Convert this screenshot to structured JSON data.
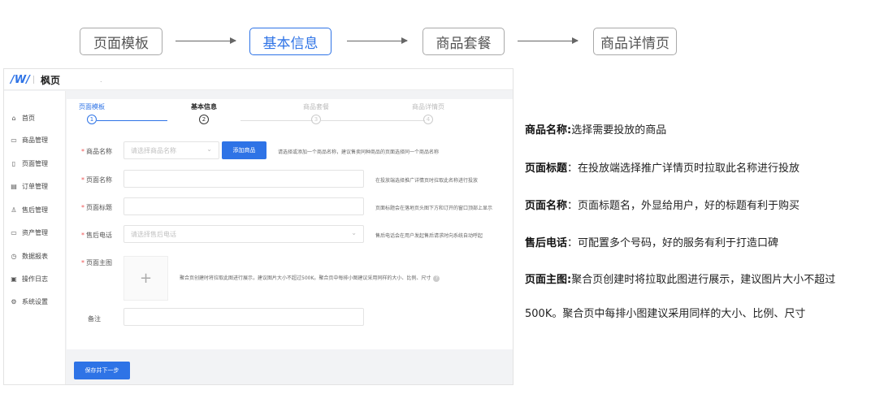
{
  "flow": {
    "steps": [
      "页面模板",
      "基本信息",
      "商品套餐",
      "商品详情页"
    ],
    "active_index": 1
  },
  "app": {
    "brand": "枫页",
    "topbar_dot": ".",
    "sidebar": [
      {
        "icon": "home-icon",
        "label": "首页"
      },
      {
        "icon": "product-icon",
        "label": "商品管理"
      },
      {
        "icon": "page-icon",
        "label": "页面管理"
      },
      {
        "icon": "order-icon",
        "label": "订单管理"
      },
      {
        "icon": "user-icon",
        "label": "售后管理"
      },
      {
        "icon": "asset-icon",
        "label": "资产管理"
      },
      {
        "icon": "report-icon",
        "label": "数据报表"
      },
      {
        "icon": "log-icon",
        "label": "操作日志"
      },
      {
        "icon": "settings-icon",
        "label": "系统设置"
      }
    ],
    "steps": [
      {
        "label": "页面模板",
        "num": "1",
        "state": "done"
      },
      {
        "label": "基本信息",
        "num": "2",
        "state": "current"
      },
      {
        "label": "商品套餐",
        "num": "3",
        "state": "todo"
      },
      {
        "label": "商品详情页",
        "num": "4",
        "state": "todo"
      }
    ],
    "form": {
      "product_name_label": "商品名称",
      "product_name_placeholder": "请选择商品名称",
      "add_product_button": "添加商品",
      "product_name_hint": "请选择或添加一个商品名称，建议售卖同种商品的页面选择同一个商品名称",
      "page_name_label": "页面名称",
      "page_name_hint": "在投放端选择推广详情页时拉取此名称进行投放",
      "page_title_label": "页面标题",
      "page_title_hint": "页面标题会在落地页头图下方和订开的窗口顶部上显示",
      "aftersale_phone_label": "售后电话",
      "aftersale_phone_placeholder": "请选择售后电话",
      "aftersale_phone_hint": "售后电话会在用户发起售后请求时向系统自动呼起",
      "main_image_label": "页面主图",
      "main_image_plus": "+",
      "main_image_hint": "聚合页创建时将拉取此图进行展示，建议图片大小不超过500K。聚合页中每排小图建议采用同样的大小、比例、尺寸",
      "remark_label": "备注",
      "save_button": "保存并下一步"
    }
  },
  "notes": [
    {
      "term": "商品名称:",
      "text": "选择需要投放的商品"
    },
    {
      "term": "页面标题",
      "text": "：在投放端选择推广详情页时拉取此名称进行投放"
    },
    {
      "term": "页面名称",
      "text": "：页面标题名，外显给用户，好的标题有利于购买"
    },
    {
      "term": "售后电话",
      "text": "：可配置多个号码，好的服务有利于打造口碑"
    },
    {
      "term": "页面主图:",
      "text": "聚合页创建时将拉取此图进行展示，建议图片大小不超过"
    },
    {
      "term": "",
      "text": "500K。聚合页中每排小图建议采用同样的大小、比例、尺寸"
    }
  ]
}
